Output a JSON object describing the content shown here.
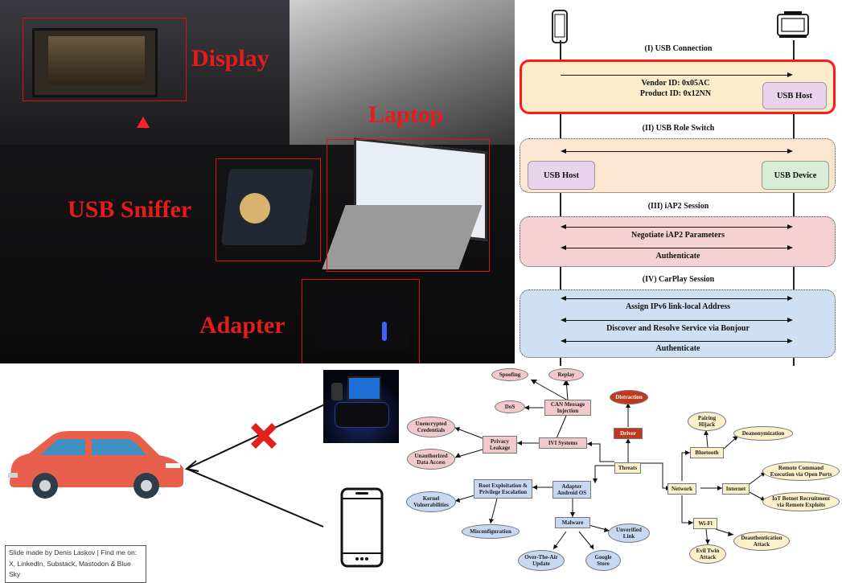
{
  "photo": {
    "callouts": [
      {
        "id": "display",
        "label": "Display"
      },
      {
        "id": "laptop",
        "label": "Laptop"
      },
      {
        "id": "usb-sniffer",
        "label": "USB Sniffer"
      },
      {
        "id": "adapter",
        "label": "Adapter"
      }
    ]
  },
  "sequence": {
    "phases": [
      {
        "title": "(I) USB Connection"
      },
      {
        "title": "(II) USB Role Switch"
      },
      {
        "title": "(III) iAP2 Session"
      },
      {
        "title": "(IV) CarPlay Session"
      }
    ],
    "usb_connection": {
      "vendor": "Vendor ID: 0x05AC",
      "product": "Product ID: 0x12NN",
      "host": "USB Host"
    },
    "role_switch": {
      "left": "USB Host",
      "right": "USB Device"
    },
    "iap2_messages": [
      "Negotiate iAP2 Parameters",
      "Authenticate"
    ],
    "carplay_messages": [
      "Assign IPv6 link-local Address",
      "Discover and Resolve Service via Bonjour",
      "Authenticate"
    ],
    "colors": {
      "phase1": "#fbeccc",
      "phase1_border": "#ff1a1a",
      "phase2": "#fbe7d1",
      "phase3": "#f5d1d3",
      "phase4": "#cfe0f3",
      "host_box": "#e9d3ec",
      "device_box": "#d8ecd6"
    }
  },
  "threats": {
    "nodes": {
      "spoofing": "Spoofing",
      "replay": "Replay",
      "dos": "DoS",
      "can": "CAN Message\nInjection",
      "distraction": "Distraction",
      "driver": "Driver",
      "unencrypted": "Unencrypted\nCredentials",
      "privacy": "Privacy\nLeakage",
      "ivi": "IVI Systems",
      "unauthorized": "Unauthorized\nData Access",
      "threats": "Threats",
      "pairing": "Pairing\nHijack",
      "deanon": "Deanonymization",
      "bluetooth": "Bluetooth",
      "remote_cmd": "Remote Command\nExecution via Open Ports",
      "network": "Network",
      "internet": "Internet",
      "iot": "IoT Botnet Recruitment\nvia Remote Exploits",
      "kernel": "Kernel\nVulnerabilities",
      "root": "Root Exploitation &\nPrivilege Escalation",
      "adapter_os": "Adapter\nAndroid OS",
      "misconfig": "Misconfiguration",
      "malware": "Malware",
      "unverified": "Unverified\nLink",
      "wifi": "Wi-Fi",
      "deauth": "Deauthentication\nAttack",
      "evil_twin": "Evil Twin\nAttack",
      "ota": "Over-The-Air\nUpdate",
      "google_store": "Google\nStore"
    }
  },
  "credit": {
    "line1": "Slide made by Denis Laskov | Find me on:",
    "line2": "X, LinkedIn, Substack, Mastodon & Blue Sky"
  },
  "colors": {
    "callout_red": "#e51c1c",
    "car_body": "#e8604c",
    "cross": "#e0211c"
  }
}
